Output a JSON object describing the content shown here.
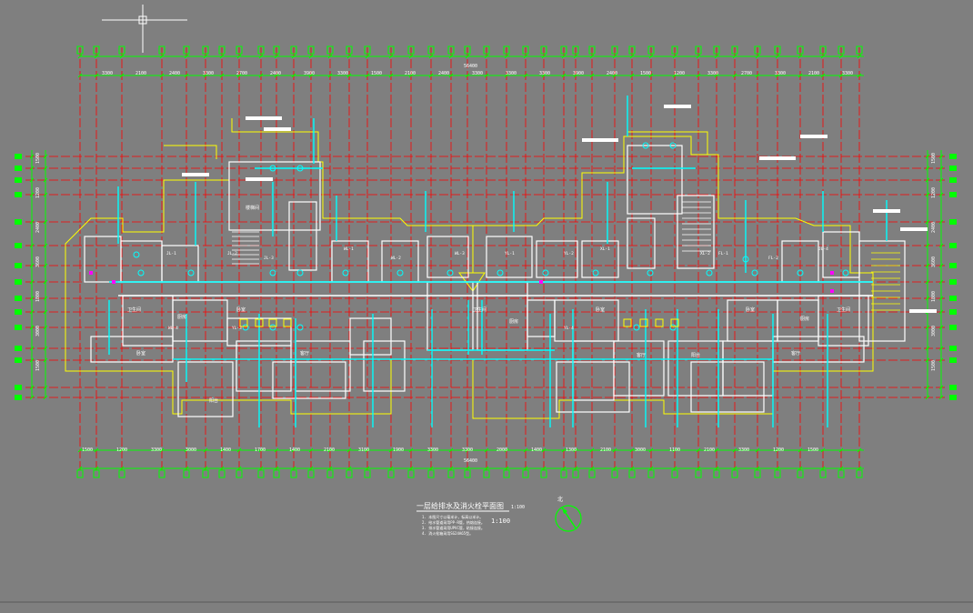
{
  "drawing": {
    "title": "一层给排水及消火栓平面图",
    "title_suffix": "1:100",
    "scale": "1:100",
    "total_dimension": "56400",
    "north_label": "北",
    "notes": [
      "1. 本图尺寸以毫米计，标高以米计。",
      "2. 给水管道采用PP-R管，热熔连接。",
      "3. 排水管道采用UPVC管，粘接连接。",
      "4. 消火栓箱采用SG24A65型。"
    ]
  },
  "top_dims": [
    "3300",
    "2100",
    "2400",
    "3300",
    "2700",
    "2400",
    "3900",
    "3300",
    "1500",
    "2100",
    "2400",
    "3300",
    "3300",
    "3300",
    "3900",
    "2400",
    "1500",
    "1200",
    "3300",
    "2700",
    "3300",
    "2100",
    "3300"
  ],
  "bottom_dims": [
    "1500",
    "1200",
    "3300",
    "3000",
    "1400",
    "1700",
    "1400",
    "2100",
    "3100",
    "1900",
    "3300",
    "3300",
    "2000",
    "1400",
    "1300",
    "2100",
    "3000",
    "1100",
    "2100",
    "3300",
    "1200",
    "1500"
  ],
  "left_dims": [
    "1500",
    "1200",
    "2400",
    "3600",
    "1800",
    "3000",
    "1500"
  ],
  "right_dims": [
    "1500",
    "1200",
    "2400",
    "3600",
    "1800",
    "3000",
    "1500"
  ],
  "room_labels": [
    "卫生间",
    "厨房",
    "卧室",
    "客厅",
    "阳台",
    "楼梯间",
    "卫生间",
    "厨房",
    "卧室",
    "客厅",
    "阳台",
    "卧室",
    "厨房",
    "卫生间",
    "卧室",
    "客厅"
  ],
  "pipe_labels": [
    "JL-1",
    "JL-2",
    "JL-3",
    "WL-1",
    "WL-2",
    "WL-3",
    "YL-1",
    "YL-2",
    "XL-1",
    "XL-2",
    "FL-1",
    "FL-2",
    "JL-4",
    "WL-4",
    "YL-3",
    "YL-4"
  ],
  "colors": {
    "background": "#7f7f7f",
    "axis_line": "#ff0000",
    "dimension": "#00ff00",
    "wall": "#ffffff",
    "outline": "#ffff00",
    "pipe": "#00ffff",
    "fixture": "#00ffff",
    "annotation": "#ffffff",
    "highlight": "#ff00ff"
  }
}
